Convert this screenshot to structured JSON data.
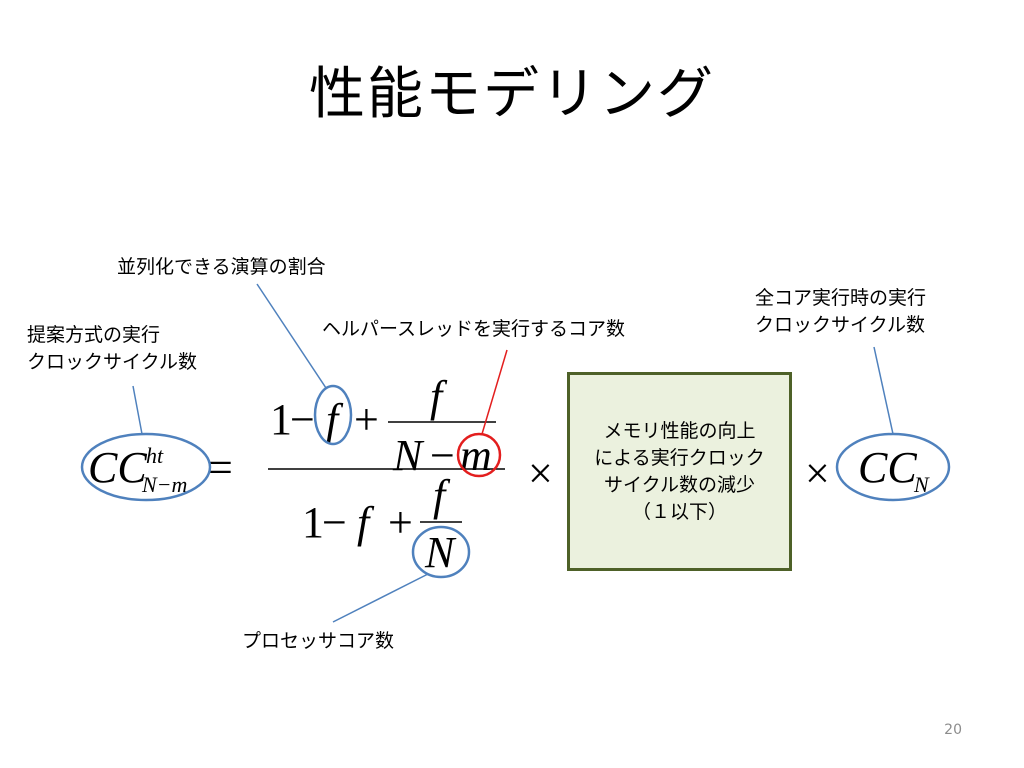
{
  "slide": {
    "title": "性能モデリング",
    "page_number": "20"
  },
  "annotations": {
    "parallel_ratio": "並列化できる演算の割合",
    "helper_cores": "ヘルパースレッドを実行するコア数",
    "proposed_line1": "提案方式の実行",
    "proposed_line2": "クロックサイクル数",
    "allcore_line1": "全コア実行時の実行",
    "allcore_line2": "クロックサイクル数",
    "processor_cores": "プロセッサコア数"
  },
  "box": {
    "line1": "メモリ性能の向上",
    "line2": "による実行クロック",
    "line3": "サイクル数の減少",
    "line4": "（１以下）"
  },
  "formula": {
    "lhs_base": "CC",
    "lhs_sup": "ht",
    "lhs_sub": "N−m",
    "equals": "=",
    "num_one": "1",
    "num_minus": "−",
    "num_f": "f",
    "num_plus": "+",
    "num_frac_num": "f",
    "num_frac_den_N": "N",
    "num_frac_den_minus": "−",
    "num_frac_den_m": "m",
    "den_one": "1",
    "den_minus": "−",
    "den_f": "f",
    "den_plus": "+",
    "den_frac_num": "f",
    "den_frac_den": "N",
    "times1": "×",
    "times2": "×",
    "rhs_base": "CC",
    "rhs_sub": "N"
  },
  "colors": {
    "blue_ellipse": "#4f81bd",
    "red_circle": "#e31e1e",
    "box_fill": "#ebf1de",
    "box_border": "#4e6128",
    "page_number": "#8c8c8c"
  }
}
